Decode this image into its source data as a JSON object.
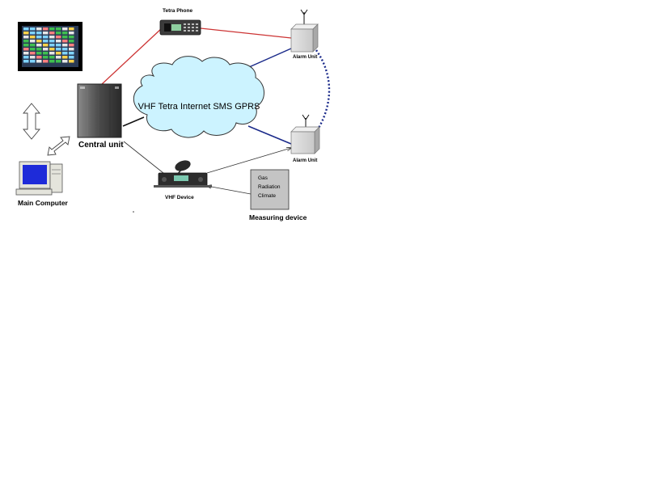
{
  "cloud": {
    "label": "VHF Tetra Internet SMS GPRS"
  },
  "nodes": {
    "tetra_phone": "Tetra Phone",
    "alarm_unit_top": "Alarm Unit",
    "alarm_unit_bottom": "Alarm Unit",
    "central_unit": "Central unit",
    "main_computer": "Main Computer",
    "vhf_device": "VHF Device",
    "measuring_device": "Measuring device"
  },
  "measuring_items": [
    "Gas",
    "Radiation",
    "Climate"
  ],
  "colors": {
    "red_link": "#cc3333",
    "blue_link": "#1a2a8a",
    "cloud_fill": "#ccf3ff",
    "cloud_stroke": "#333333"
  }
}
